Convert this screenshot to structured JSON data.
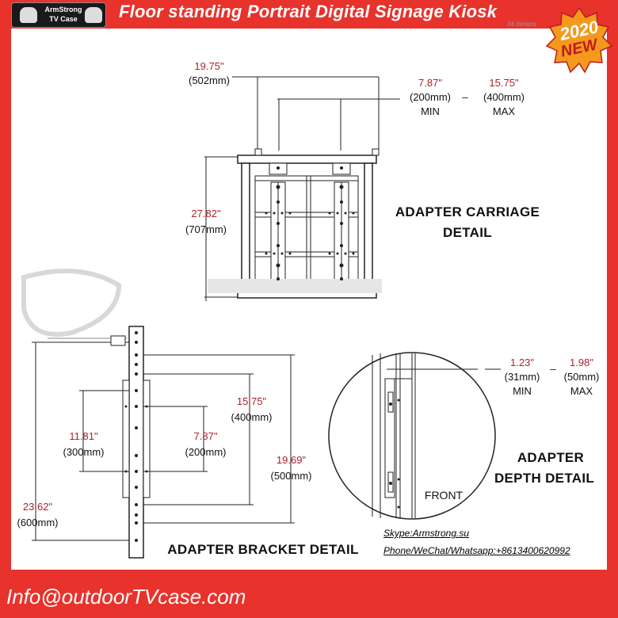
{
  "header": {
    "title": "Floor standing Portrait Digital Signage Kiosk",
    "logo_text_line1": "ArmStrong",
    "logo_text_line2": "TV Case",
    "badge_year": "2020",
    "badge_new": "NEW",
    "ghost_text": "All dimens"
  },
  "carriage": {
    "width_in": "19.75\"",
    "width_mm": "(502mm)",
    "min_in": "7.87\"",
    "min_mm": "(200mm)",
    "min_label": "MIN",
    "dash": "–",
    "max_in": "15.75\"",
    "max_mm": "(400mm)",
    "max_label": "MAX",
    "height_in": "27.82\"",
    "height_mm": "(707mm)",
    "title_line1": "ADAPTER CARRIAGE",
    "title_line2": "DETAIL"
  },
  "bracket": {
    "d1_in": "11.81\"",
    "d1_mm": "(300mm)",
    "d2_in": "7.87\"",
    "d2_mm": "(200mm)",
    "d3_in": "15.75\"",
    "d3_mm": "(400mm)",
    "d4_in": "19.69\"",
    "d4_mm": "(500mm)",
    "d5_in": "23.62\"",
    "d5_mm": "(600mm)",
    "title": "ADAPTER BRACKET DETAIL"
  },
  "depth": {
    "min_in": "1.23\"",
    "min_mm": "(31mm)",
    "min_label": "MIN",
    "dash": "–",
    "max_in": "1.98\"",
    "max_mm": "(50mm)",
    "max_label": "MAX",
    "front_label": "FRONT",
    "title_line1": "ADAPTER",
    "title_line2": "DEPTH DETAIL"
  },
  "contact": {
    "skype": "Skype:Armstrong.su",
    "phone": "Phone/WeChat/Whatsapp:+8613400620992",
    "email": "Info@outdoorTVcase.com"
  },
  "colors": {
    "frame_red": "#e8322c",
    "dimension_red": "#b0202a",
    "badge_orange": "#f39a1e"
  }
}
